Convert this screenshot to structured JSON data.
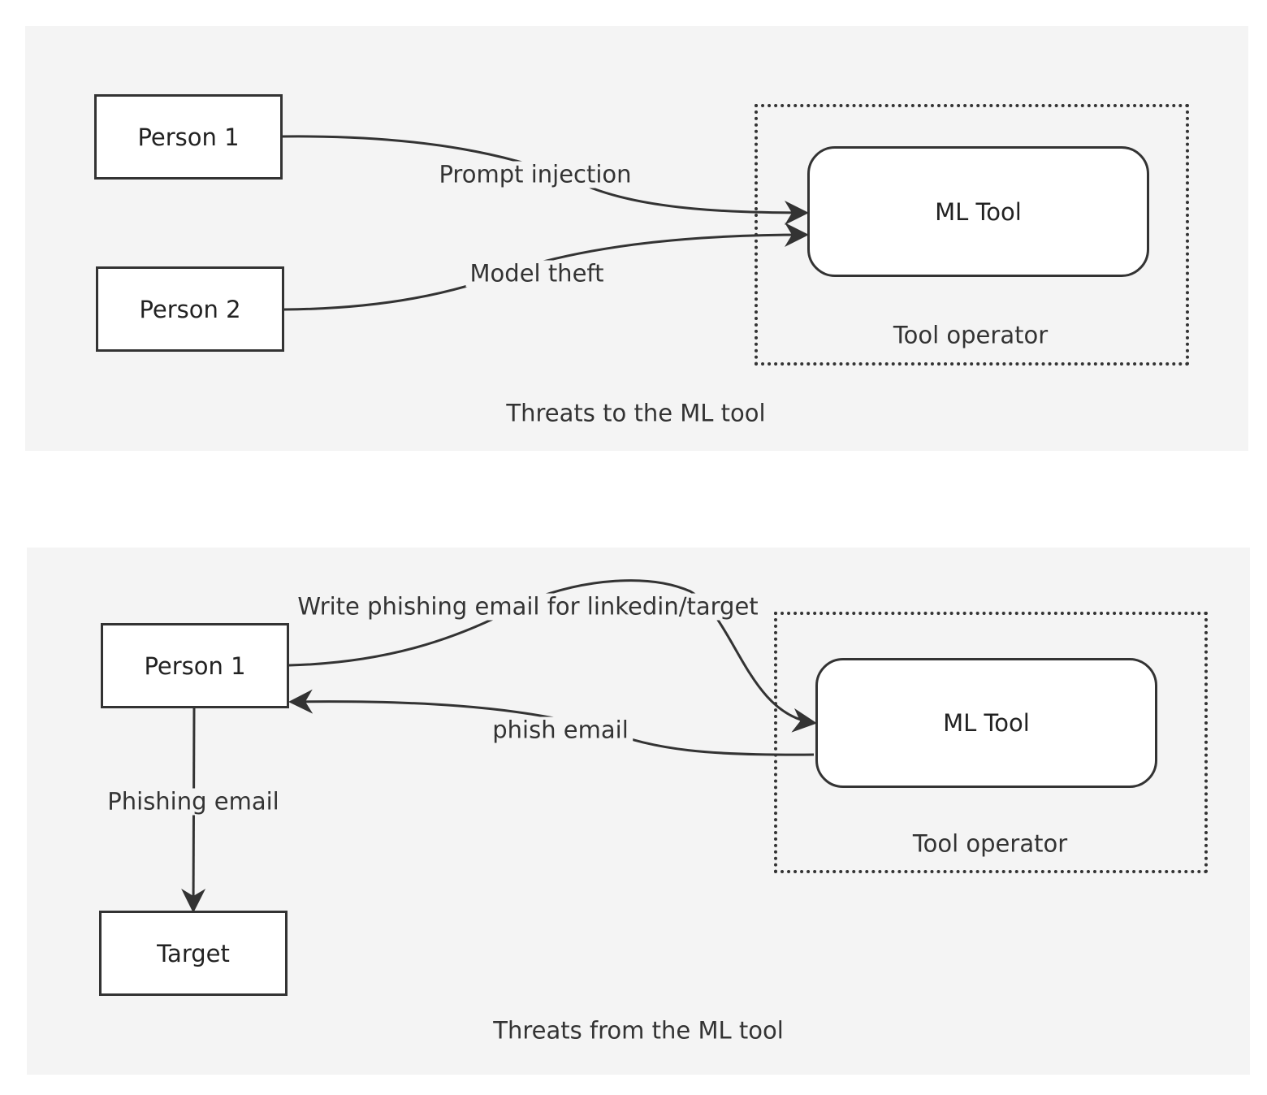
{
  "top_diagram": {
    "caption": "Threats to the ML tool",
    "person1_label": "Person 1",
    "person2_label": "Person 2",
    "ml_tool_label": "ML Tool",
    "boundary_label": "Tool operator",
    "edge_prompt_injection": "Prompt injection",
    "edge_model_theft": "Model theft"
  },
  "bottom_diagram": {
    "caption": "Threats from the ML tool",
    "person1_label": "Person 1",
    "target_label": "Target",
    "ml_tool_label": "ML Tool",
    "boundary_label": "Tool operator",
    "edge_write_phishing": "Write phishing email for linkedin/target",
    "edge_phish_email": "phish email",
    "edge_phishing_email": "Phishing email"
  },
  "colors": {
    "panel_background": "#f4f4f4",
    "stroke": "#333333",
    "node_fill": "#ffffff"
  }
}
